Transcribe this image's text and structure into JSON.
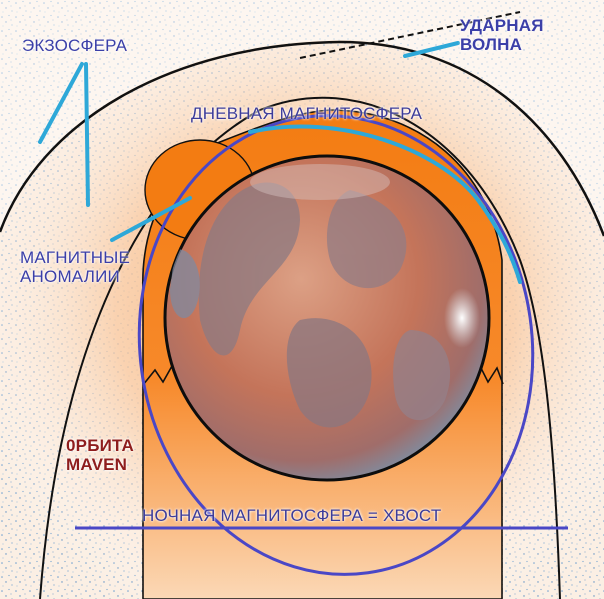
{
  "labels": {
    "exosphere": "ЭКЗОСФЕРА",
    "bow_shock": "УДАРНАЯ\nВОЛНА",
    "dayside_magnetosphere": "ДНЕВНАЯ МАГНИТОСФЕРА",
    "magnetic_anomalies": "МАГНИТНЫЕ\nАНОМАЛИИ",
    "maven_orbit": "0РБИТА\nMAVEN",
    "nightside_magnetosphere": "НОЧНАЯ МАГНИТОСФЕРА = ХВОСТ"
  },
  "colors": {
    "label_blue": "#3b3fa8",
    "label_red": "#8e1d1d",
    "pointer_cyan": "#2ea8d8",
    "orbit_blue": "#4a47c6",
    "magnetosphere_orange": "#f58a1f",
    "exosphere_speckle": "#6fa0d0",
    "planet_rust": "#c4745a"
  }
}
